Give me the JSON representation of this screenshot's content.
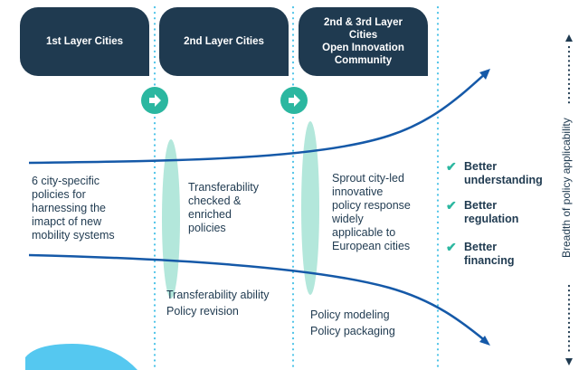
{
  "headers": [
    {
      "lines": [
        "1st Layer Cities"
      ]
    },
    {
      "lines": [
        "2nd Layer Cities"
      ]
    },
    {
      "lines": [
        "2nd & 3rd Layer",
        "Cities",
        "Open Innovation",
        "Community"
      ]
    }
  ],
  "stage_text": {
    "col1": [
      "6 city-specific",
      "policies for",
      "harnessing the",
      "imapct of new",
      "mobility systems"
    ],
    "col2": [
      "Transferability",
      "checked &",
      "enriched",
      "policies"
    ],
    "col3": [
      "Sprout city-led",
      "innovative",
      "policy response",
      "widely",
      "applicable to",
      "European cities"
    ]
  },
  "process_text": {
    "step1": [
      "Transferability ability",
      "Policy revision"
    ],
    "step2": [
      "Policy modeling",
      "Policy packaging"
    ]
  },
  "benefits": [
    {
      "lines": [
        "Better",
        "understanding"
      ]
    },
    {
      "lines": [
        "Better",
        "regulation"
      ]
    },
    {
      "lines": [
        "Better",
        "financing"
      ]
    }
  ],
  "axis_label": "Breadth of policy applicability",
  "icons": {
    "stage_arrow": "arrow-right-icon",
    "benefit": "check-icon"
  },
  "colors": {
    "navy": "#1f3a50",
    "teal": "#2bb7a0",
    "light_teal": "#a6e3d5",
    "dots": "#4cc3e8",
    "blue_line": "#1559a8",
    "sky": "#55c8f0"
  }
}
